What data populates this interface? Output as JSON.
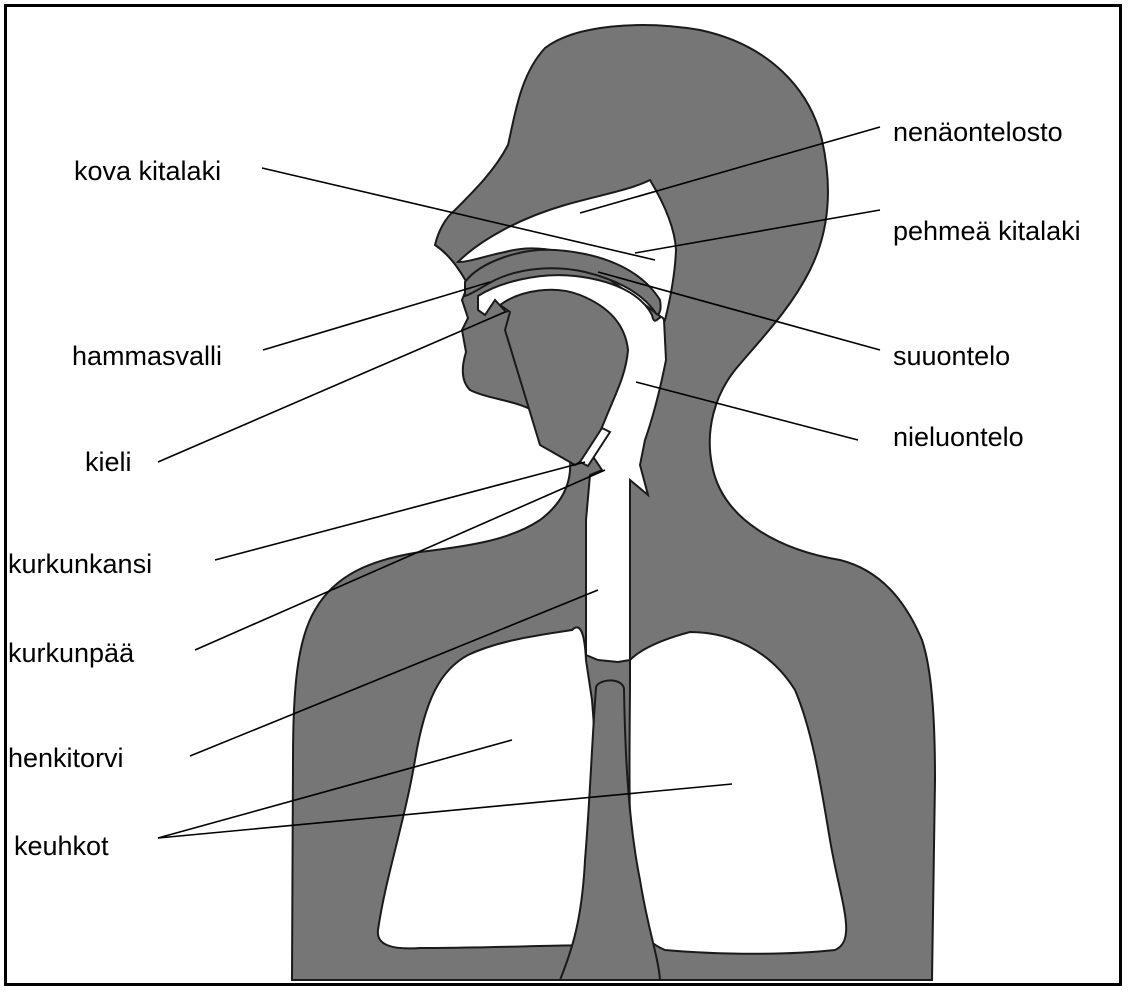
{
  "colors": {
    "body": "#767676",
    "outline": "#1a1a1a",
    "cavity": "#ffffff",
    "frame": "#000000"
  },
  "labels": {
    "kova_kitalaki": "kova kitalaki",
    "hammasvalli": "hammasvalli",
    "kieli": "kieli",
    "kurkunkansi": "kurkunkansi",
    "kurkunpaa": "kurkunpää",
    "henkitorvi": "henkitorvi",
    "keuhkot": "keuhkot",
    "nenaontelosto": "nenäontelosto",
    "pehmea_kitalaki": "pehmeä kitalaki",
    "suuontelo": "suuontelo",
    "nieluontelo": "nieluontelo"
  }
}
